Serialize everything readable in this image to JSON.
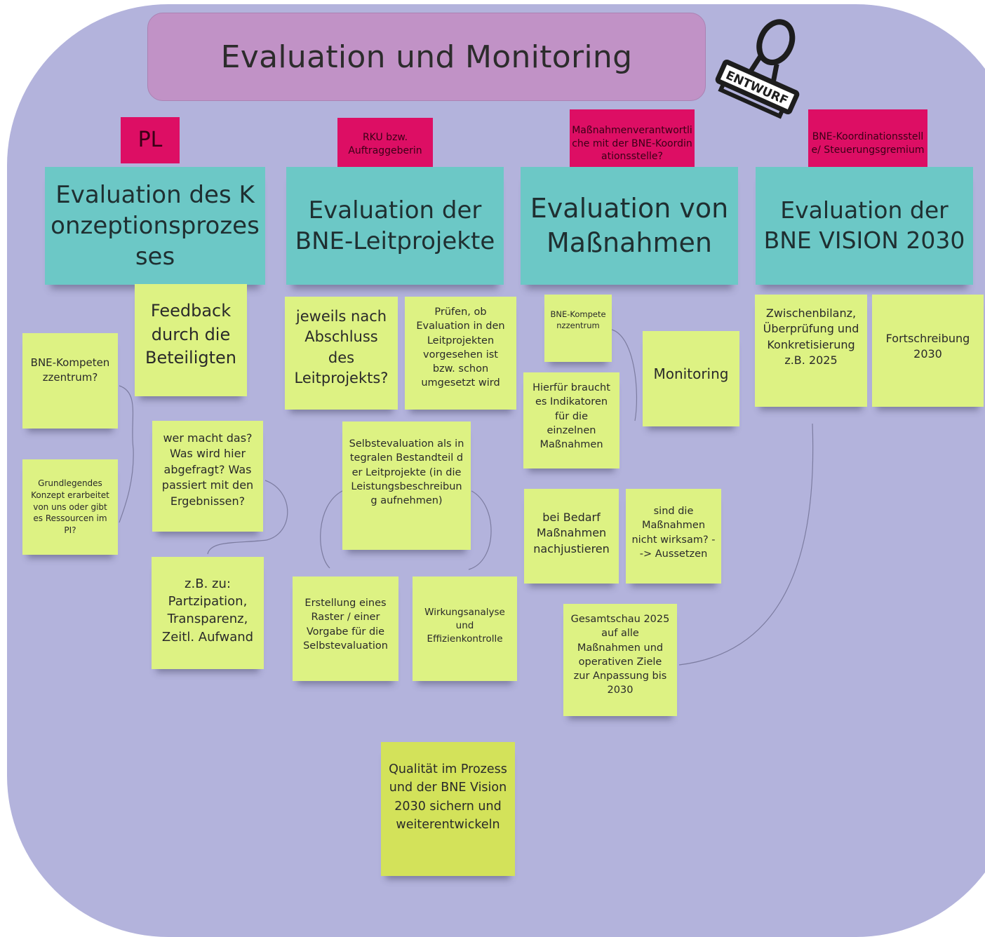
{
  "title": "Evaluation und Monitoring",
  "stamp": {
    "text": "ENTWURF",
    "icon": "stamp-icon"
  },
  "colors": {
    "board": "#b3b3dc",
    "banner": "#c192c6",
    "tag": "#dd0e64",
    "heading": "#6cc8c6",
    "note": "#ddf283",
    "goal_note": "#d3e25a"
  },
  "columns": [
    {
      "tag": "PL",
      "heading": "Evaluation des Konzeptionsprozesses"
    },
    {
      "tag": "RKU bzw. Auftraggeberin",
      "heading": "Evaluation der BNE-Leitprojekte"
    },
    {
      "tag": "Maßnahmenverantwortliche mit der BNE-Koordinationsstelle?",
      "heading": "Evaluation von Maßnahmen"
    },
    {
      "tag": "BNE-Koordinationsstelle/ Steuerungsgremium",
      "heading": "Evaluation der BNE VISION 2030"
    }
  ],
  "notes": {
    "c1_kompetenzzentrum": "BNE-Kompetenzzentrum?",
    "c1_konzept": "Grundlegendes Konzept erarbeitet von uns oder gibt es Ressourcen im PI?",
    "c1_feedback": "Feedback durch die Beteiligten",
    "c1_wer": "wer macht das? Was wird hier abgefragt? Was passiert mit den Ergebnissen?",
    "c1_zb": "z.B. zu: Partzipation, Transparenz, Zeitl. Aufwand",
    "c2_jeweils": "jeweils nach Abschluss des Leitprojekts?",
    "c2_pruefen": "Prüfen, ob Evaluation in den Leitprojekten vorgesehen ist bzw. schon umgesetzt wird",
    "c2_selbst": "Selbstevaluation als integralen Bestandteil der Leitprojekte (in die Leistungsbeschreibung aufnehmen)",
    "c2_raster": "Erstellung eines Raster / einer Vorgabe für die Selbstevaluation",
    "c2_wirkung": "Wirkungsanalyse und Effizienkontrolle",
    "c3_kompetenz": "BNE-Kompetenzzentrum",
    "c3_hierfuer": "Hierfür braucht es Indikatoren für die einzelnen Maßnahmen",
    "c3_monitoring": "Monitoring",
    "c3_bedarf": "bei Bedarf Maßnahmen nachjustieren",
    "c3_wirksam": "sind die Maßnahmen nicht wirksam? --> Aussetzen",
    "c3_gesamt": "Gesamtschau 2025 auf alle Maßnahmen und operativen Ziele zur Anpassung bis 2030",
    "c4_zwischen": "Zwischenbilanz, Überprüfung und Konkretisierung z.B. 2025",
    "c4_fort": "Fortschreibung 2030",
    "goal": "Qualität im Prozess und der BNE Vision 2030 sichern und weiterentwickeln"
  }
}
